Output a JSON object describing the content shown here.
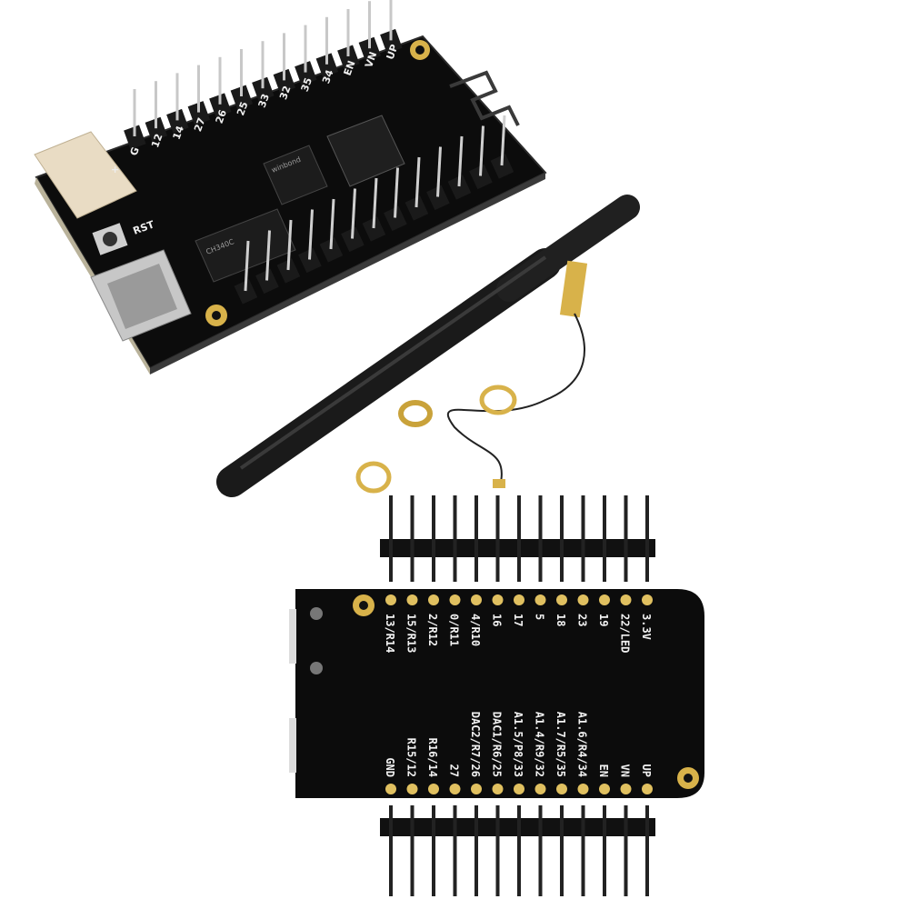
{
  "top_board": {
    "pin_labels": [
      "G",
      "12",
      "14",
      "27",
      "26",
      "25",
      "33",
      "32",
      "35",
      "34",
      "EN",
      "VN",
      "UP"
    ],
    "rst_label": "RST",
    "plus_label": "+",
    "flash_chip": "winbond",
    "usb_chip": "CH340C"
  },
  "bottom_board": {
    "top_row_labels": [
      "13/R14",
      "15/R13",
      "2/R12",
      "0/R11",
      "4/R10",
      "16",
      "17",
      "5",
      "18",
      "23",
      "19",
      "22/LED",
      "3.3V"
    ],
    "bottom_row_labels": [
      "GND",
      "R15/12",
      "R16/14",
      "27",
      "DAC2/R7/26",
      "DAC1/R6/25",
      "A1.5/P8/33",
      "A1.4/R9/32",
      "A1.7/R5/35",
      "A1.6/R4/34",
      "EN",
      "VN",
      "UP"
    ]
  },
  "colors": {
    "pcb": "#0c0c0c",
    "pin": "#1a1a1a",
    "gold": "#d8b24a",
    "connector": "#e9dcc4"
  }
}
